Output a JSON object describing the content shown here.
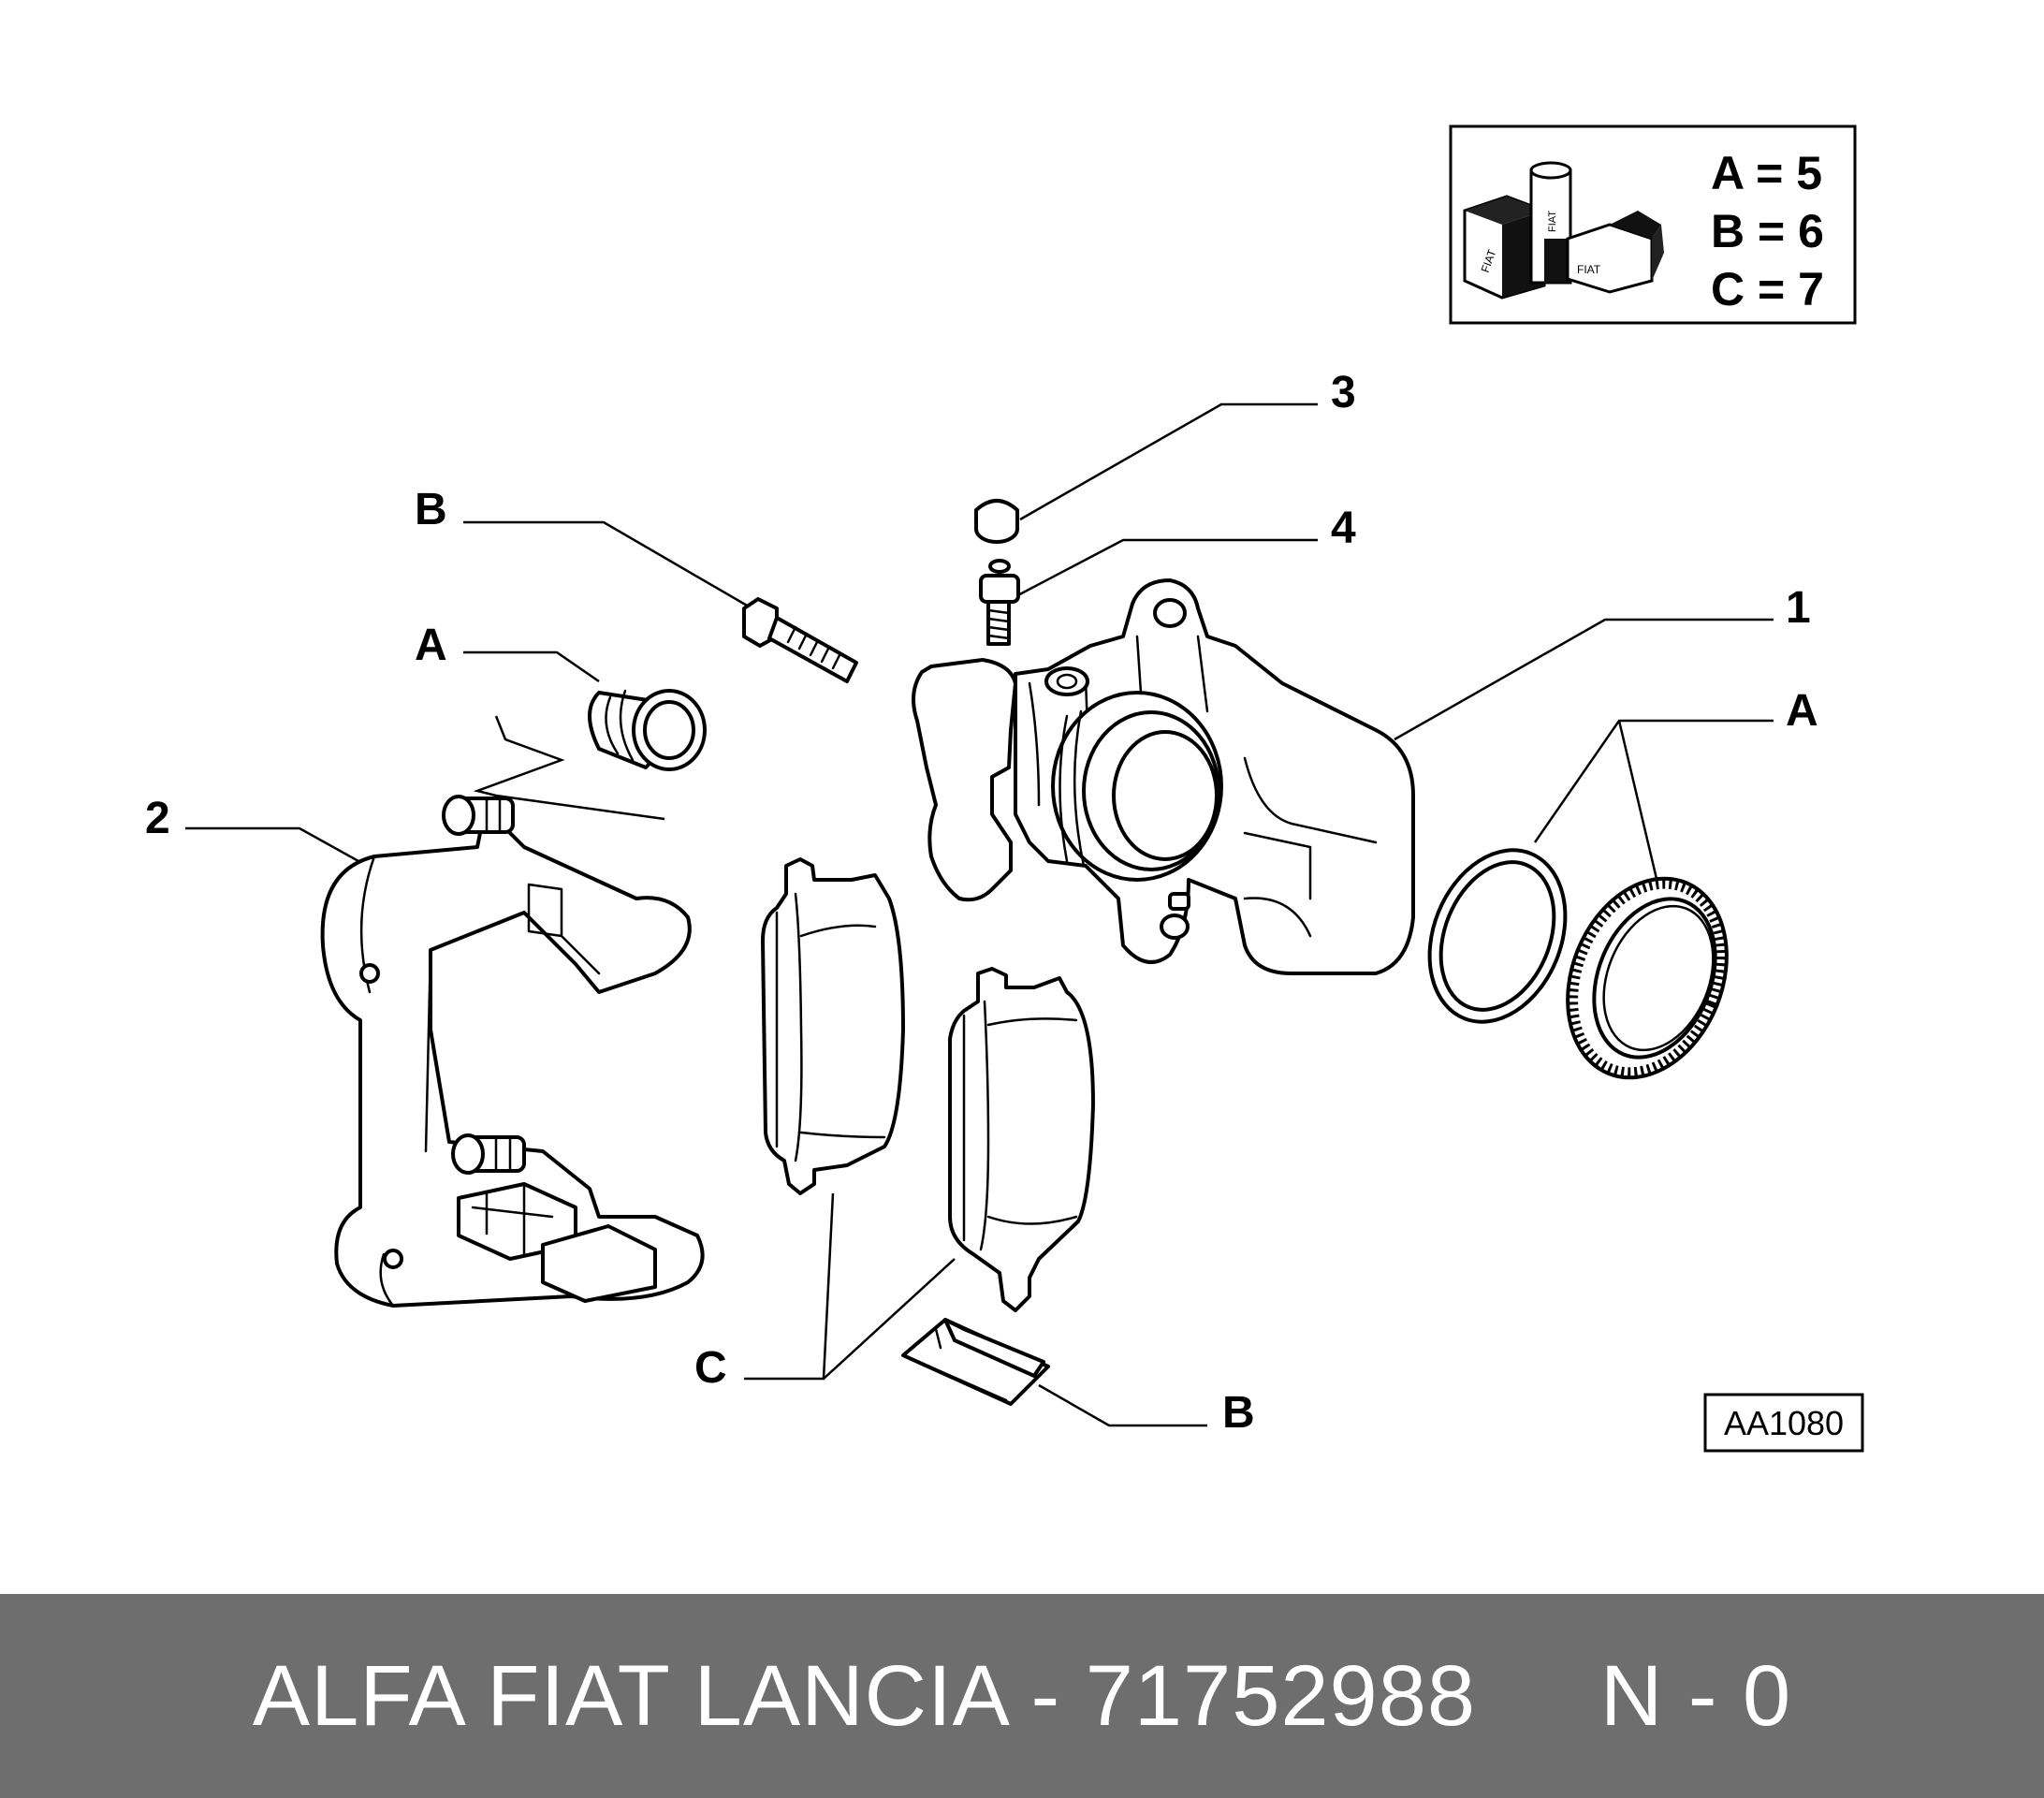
{
  "legend": {
    "lines": [
      "A = 5",
      "B = 6",
      "C = 7"
    ],
    "icon": "fiat-kit-box-icon"
  },
  "callouts": {
    "part_1": "1",
    "part_2": "2",
    "part_3": "3",
    "part_4": "4",
    "bolt": "B",
    "boot_left": "A",
    "seals_right": "A",
    "pads": "C",
    "spring_clip": "B"
  },
  "diagram_code": "AA1080",
  "footer": {
    "text": "ALFA FIAT LANCIA - 71752988     N - 0"
  },
  "colors": {
    "background": "#ffffff",
    "line": "#000000",
    "footer_bar": "#6e6e6e",
    "footer_text": "#ffffff"
  }
}
